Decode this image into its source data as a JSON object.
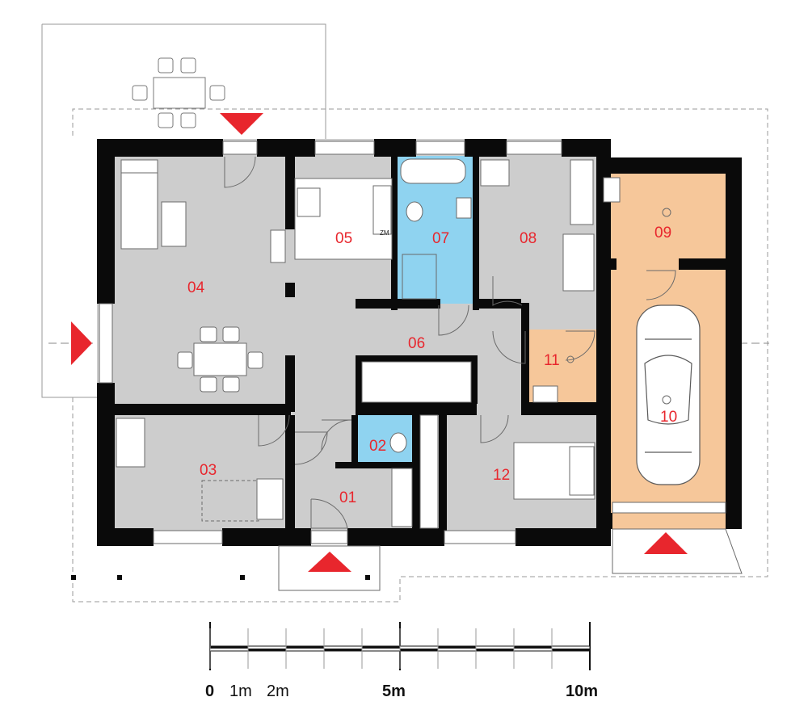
{
  "rooms": [
    {
      "id": "01",
      "label": "01"
    },
    {
      "id": "02",
      "label": "02"
    },
    {
      "id": "03",
      "label": "03"
    },
    {
      "id": "04",
      "label": "04"
    },
    {
      "id": "05",
      "label": "05"
    },
    {
      "id": "06",
      "label": "06"
    },
    {
      "id": "07",
      "label": "07"
    },
    {
      "id": "08",
      "label": "08"
    },
    {
      "id": "09",
      "label": "09"
    },
    {
      "id": "10",
      "label": "10"
    },
    {
      "id": "11",
      "label": "11"
    },
    {
      "id": "12",
      "label": "12"
    }
  ],
  "kitchen_mark": "ZM",
  "scale_bar": {
    "labels": [
      "0",
      "1m",
      "2m",
      "5m",
      "10m"
    ],
    "max_m": 10,
    "segments": 10
  },
  "colors": {
    "wall": "#0a0a0a",
    "floor": "#cdcdcd",
    "bathroom": "#8fd3f0",
    "utility": "#f6c79a",
    "entrance_arrow": "#e8262d",
    "room_label": "#e8262d"
  },
  "icons": [
    "entrance-arrow-icon",
    "car-icon",
    "ceiling-light-icon",
    "door-swing-icon",
    "window-icon"
  ]
}
